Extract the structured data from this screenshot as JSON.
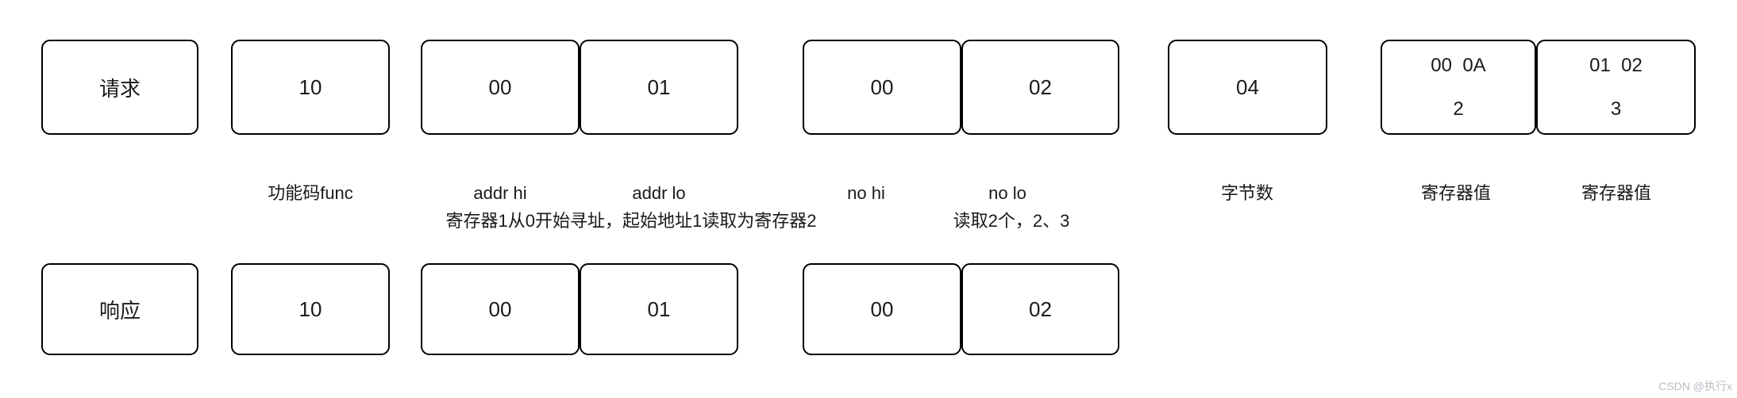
{
  "request_row": {
    "label": "请求",
    "func": "10",
    "addr_hi": "00",
    "addr_lo": "01",
    "qty_hi": "00",
    "qty_lo": "02",
    "byte_count": "04",
    "reg_value_1": {
      "hex": "00  0A",
      "dec": "2"
    },
    "reg_value_2": {
      "hex": "01  02",
      "dec": "3"
    }
  },
  "field_labels": {
    "func": "功能码func",
    "addr_hi": "addr hi",
    "addr_lo": "addr lo",
    "qty_hi": "no hi",
    "qty_lo": "no lo",
    "byte_count": "字节数",
    "reg_value_1": "寄存器值",
    "reg_value_2": "寄存器值"
  },
  "annotations": {
    "addressing_note": "寄存器1从0开始寻址，起始地址1读取为寄存器2",
    "read_note": "读取2个，2、3"
  },
  "response_row": {
    "label": "响应",
    "func": "10",
    "addr_hi": "00",
    "addr_lo": "01",
    "qty_hi": "00",
    "qty_lo": "02"
  },
  "watermark": "CSDN @执行x"
}
